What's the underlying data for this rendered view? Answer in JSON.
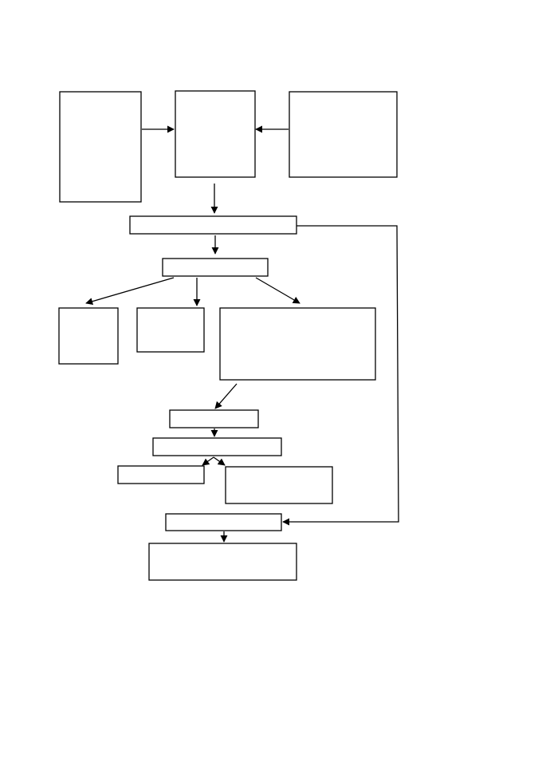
{
  "diagram": {
    "type": "flowchart",
    "colors": {
      "stroke": "#000000",
      "fill": "#ffffff"
    },
    "nodes": [
      {
        "id": "top-left",
        "label": ""
      },
      {
        "id": "top-center",
        "label": ""
      },
      {
        "id": "top-right",
        "label": ""
      },
      {
        "id": "stage-1",
        "label": ""
      },
      {
        "id": "stage-2",
        "label": ""
      },
      {
        "id": "branch-left",
        "label": ""
      },
      {
        "id": "branch-middle",
        "label": ""
      },
      {
        "id": "branch-right",
        "label": ""
      },
      {
        "id": "stage-3",
        "label": ""
      },
      {
        "id": "stage-4",
        "label": ""
      },
      {
        "id": "split-left",
        "label": ""
      },
      {
        "id": "split-right",
        "label": ""
      },
      {
        "id": "stage-5",
        "label": ""
      },
      {
        "id": "final",
        "label": ""
      }
    ],
    "edges": [
      {
        "from": "top-left",
        "to": "top-center"
      },
      {
        "from": "top-right",
        "to": "top-center"
      },
      {
        "from": "top-center",
        "to": "stage-1"
      },
      {
        "from": "stage-1",
        "to": "stage-2"
      },
      {
        "from": "stage-1",
        "to": "stage-5"
      },
      {
        "from": "stage-2",
        "to": "branch-left"
      },
      {
        "from": "stage-2",
        "to": "branch-middle"
      },
      {
        "from": "stage-2",
        "to": "branch-right"
      },
      {
        "from": "branch-right",
        "to": "stage-3"
      },
      {
        "from": "stage-3",
        "to": "stage-4"
      },
      {
        "from": "stage-4",
        "to": "split-left"
      },
      {
        "from": "stage-4",
        "to": "split-right"
      },
      {
        "from": "stage-5",
        "to": "final"
      }
    ]
  }
}
